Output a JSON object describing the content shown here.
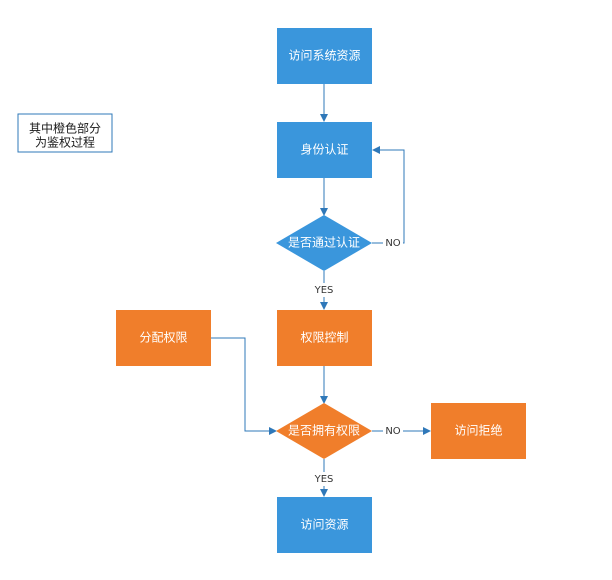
{
  "colors": {
    "blue": "#3a96dc",
    "orange": "#f07e2b",
    "line": "#2f78b9",
    "note_border": "#2f78b9"
  },
  "note": {
    "line1": "其中橙色部分",
    "line2": "为鉴权过程"
  },
  "nodes": {
    "access_resource": "访问系统资源",
    "authentication": "身份认证",
    "auth_passed": "是否通过认证",
    "permission_control": "权限控制",
    "assign_permission": "分配权限",
    "has_permission": "是否拥有权限",
    "access_denied": "访问拒绝",
    "access_granted": "访问资源"
  },
  "edges": {
    "auth_no": "NO",
    "auth_yes": "YES",
    "perm_no": "NO",
    "perm_yes": "YES"
  }
}
